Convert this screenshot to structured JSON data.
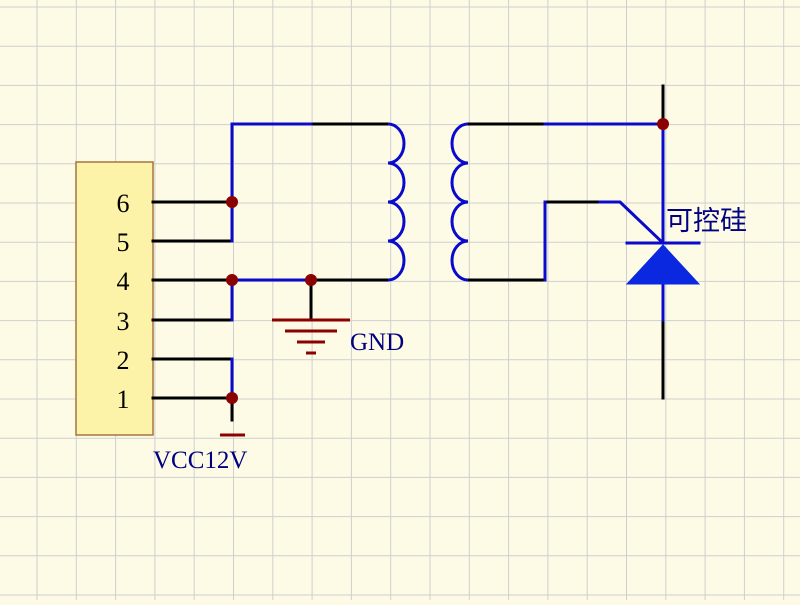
{
  "colors": {
    "background": "#fdfbe6",
    "grid": "#cfcfcf",
    "connector_fill": "#fdf3a8",
    "connector_border": "#a3743e",
    "black_wire": "#000000",
    "blue_wire": "#0a0acc",
    "junction": "#8b0000",
    "diode_fill": "#0a28e0",
    "label_text": "#000080",
    "pin_text": "#000000"
  },
  "connector": {
    "pins": [
      "6",
      "5",
      "4",
      "3",
      "2",
      "1"
    ]
  },
  "labels": {
    "gnd": "GND",
    "vcc": "VCC12V",
    "scr": "可控硅"
  }
}
